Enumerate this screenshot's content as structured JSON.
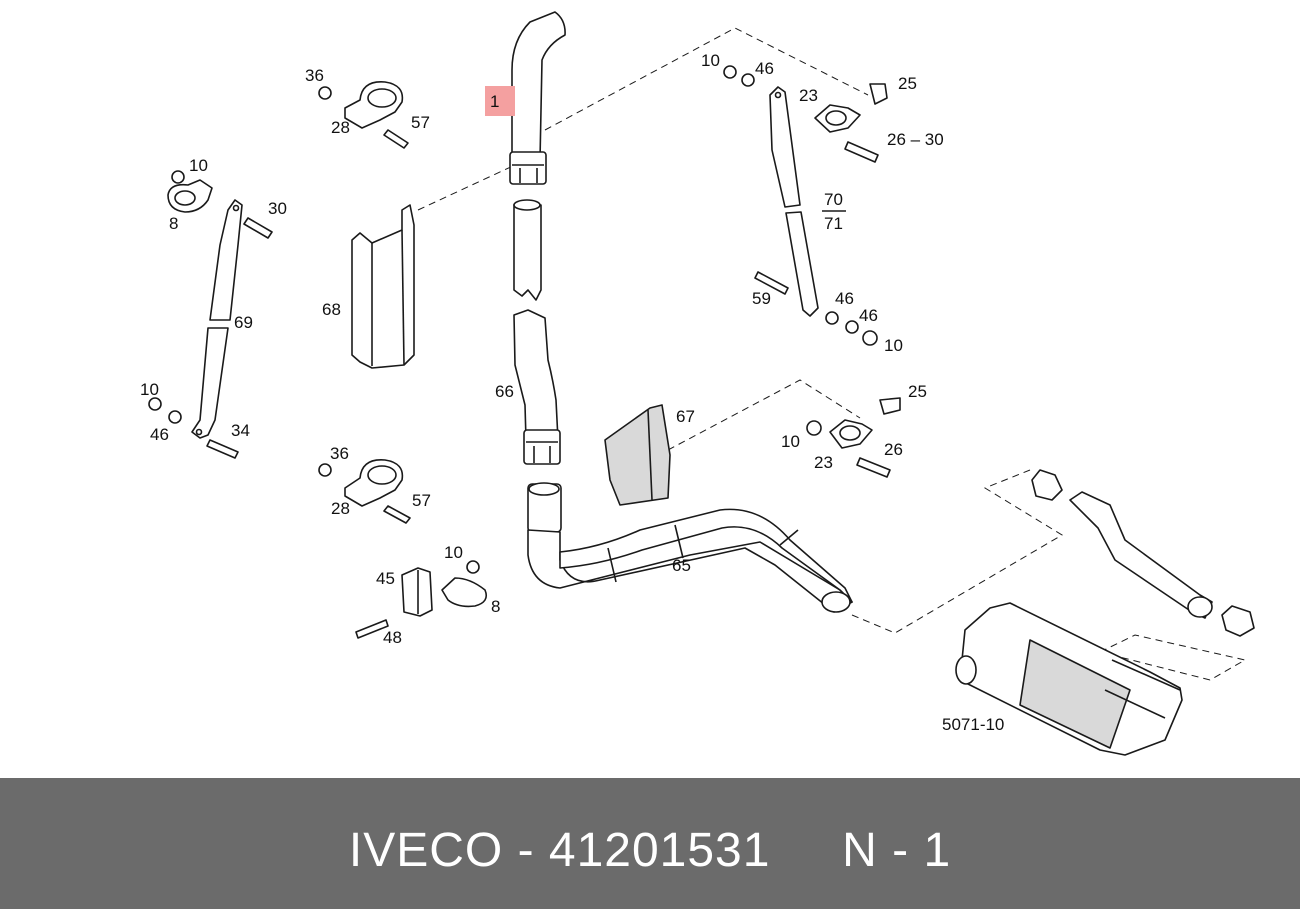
{
  "labels": {
    "l1": "1",
    "l36a": "36",
    "l28a": "28",
    "l57a": "57",
    "l10a": "10",
    "l8a": "8",
    "l30a": "30",
    "l69": "69",
    "l68": "68",
    "l10b": "10",
    "l46a": "46",
    "l34": "34",
    "l36b": "36",
    "l28b": "28",
    "l57b": "57",
    "l10c": "10",
    "l45": "45",
    "l8b": "8",
    "l48": "48",
    "l66": "66",
    "l67": "67",
    "l65": "65",
    "l10d": "10",
    "l46b": "46",
    "l23a": "23",
    "l25a": "25",
    "l2630": "26 – 30",
    "l70": "70",
    "l71": "71",
    "l59": "59",
    "l46c": "46",
    "l46d": "46",
    "l10e": "10",
    "l25b": "25",
    "l10f": "10",
    "l23b": "23",
    "l26": "26",
    "l507110": "5071-10"
  },
  "highlight_color": "#f4a0a0",
  "footer": {
    "brand": "IVECO",
    "part_number": "41201531",
    "position": "N - 1",
    "text": "IVECO - 41201531     N - 1"
  }
}
